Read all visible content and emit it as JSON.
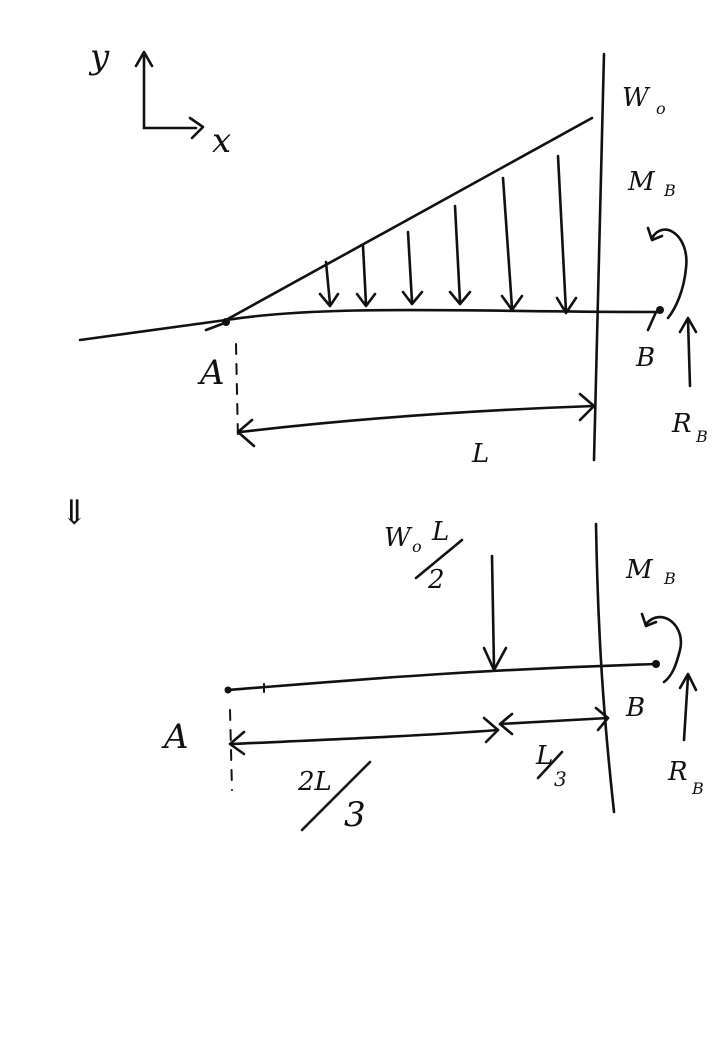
{
  "axes": {
    "y_label": "y",
    "x_label": "x"
  },
  "top": {
    "load_label": "W",
    "load_sub": "o",
    "point_a": "A",
    "point_b": "B",
    "moment": "M",
    "moment_sub": "B",
    "reaction": "R",
    "reaction_sub": "B",
    "span": "L"
  },
  "equivalence_symbol": "⇓",
  "bottom": {
    "force_num_w": "W",
    "force_num_sub": "o",
    "force_num_l": "L",
    "force_den": "2",
    "point_a": "A",
    "point_b": "B",
    "moment": "M",
    "moment_sub": "B",
    "reaction": "R",
    "reaction_sub": "B",
    "dist_left_num": "2L",
    "dist_left_den": "3",
    "dist_right_num": "L",
    "dist_right_den": "3"
  }
}
